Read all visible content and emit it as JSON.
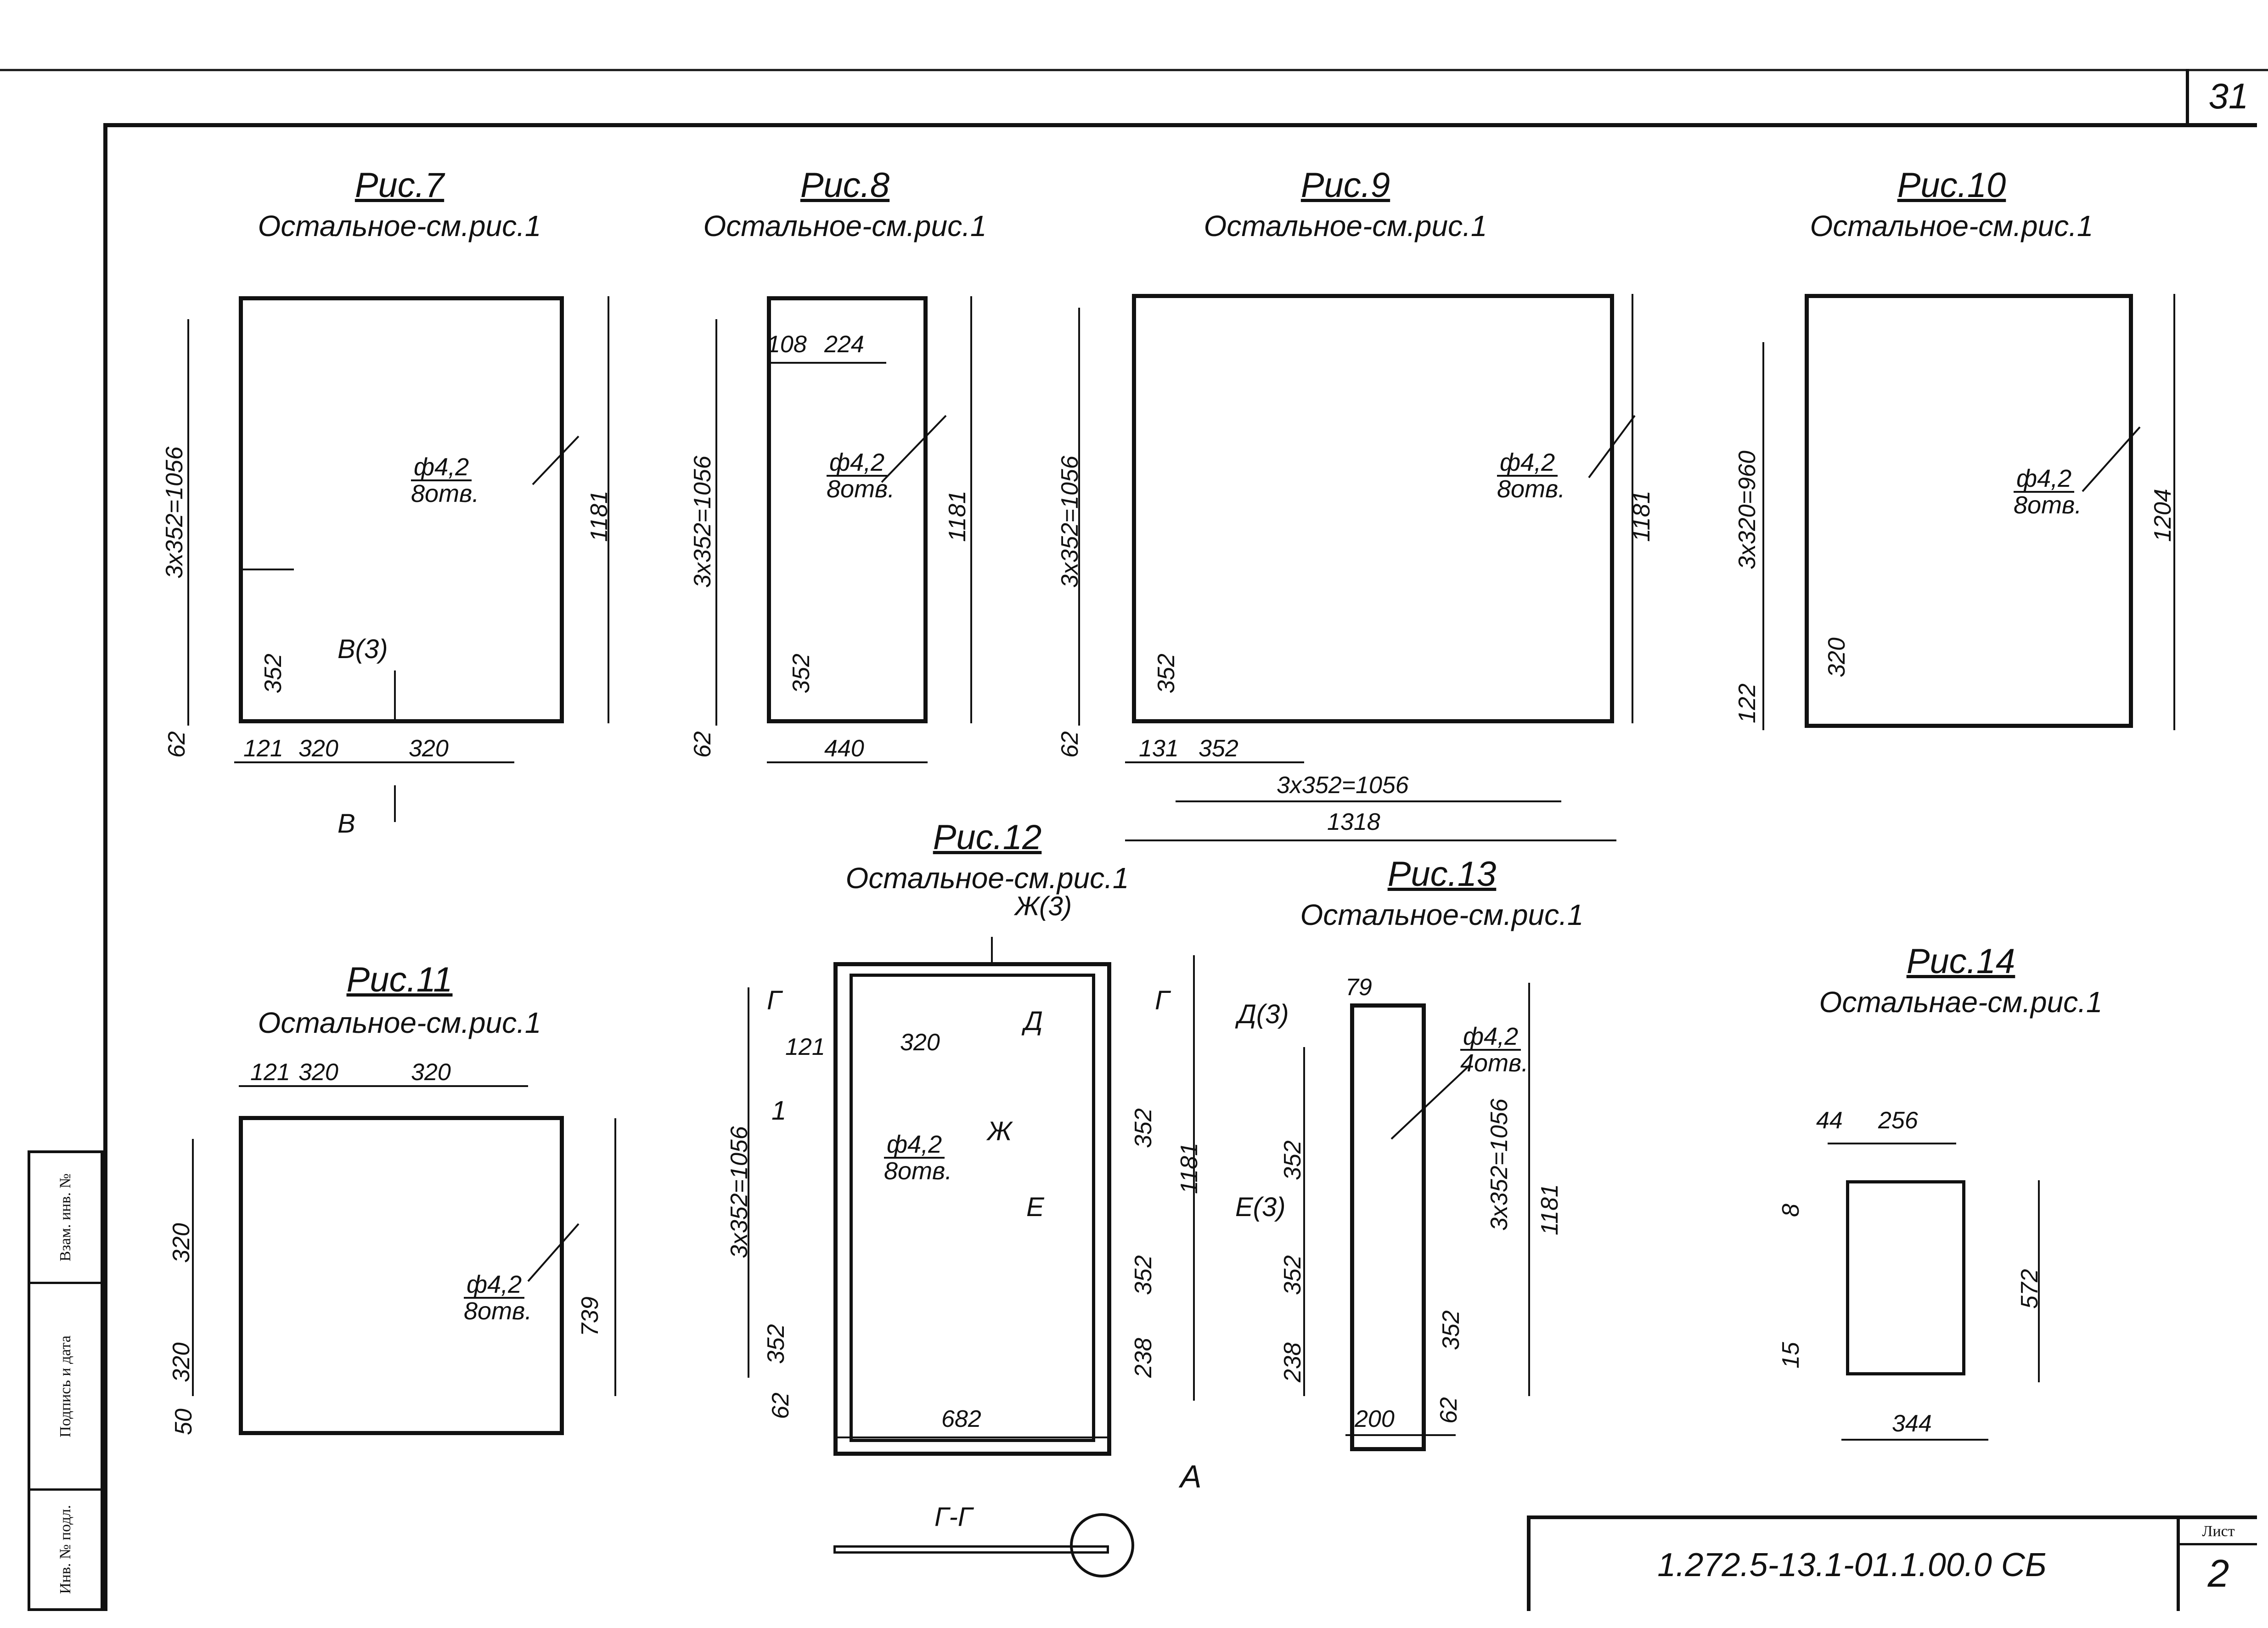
{
  "page_number": "31",
  "figures": {
    "fig7": {
      "title": "Рис.7",
      "note": "Остальное-см.рис.1",
      "hole": "ф4,2",
      "holes": "8отв.",
      "dims": {
        "height_total": "3х352=1056",
        "height": "1181",
        "d352": "352",
        "d62": "62",
        "d121": "121",
        "d320a": "320",
        "d320b": "320"
      },
      "section_top": "В(3)",
      "section_bottom": "В"
    },
    "fig8": {
      "title": "Рис.8",
      "note": "Остальное-см.рис.1",
      "hole": "ф4,2",
      "holes": "8отв.",
      "dims": {
        "d108": "108",
        "d224": "224",
        "height_total": "3х352=1056",
        "height": "1181",
        "d352": "352",
        "d62": "62",
        "width": "440"
      }
    },
    "fig9": {
      "title": "Рис.9",
      "note": "Остальное-см.рис.1",
      "hole": "ф4,2",
      "holes": "8отв.",
      "dims": {
        "height_total": "3х352=1056",
        "height": "1181",
        "d352v": "352",
        "d62": "62",
        "d131": "131",
        "d352": "352",
        "run": "3х352=1056",
        "width": "1318"
      }
    },
    "fig10": {
      "title": "Рис.10",
      "note": "Остальное-см.рис.1",
      "hole": "ф4,2",
      "holes": "8отв.",
      "dims": {
        "height_total": "3х320=960",
        "height": "1204",
        "d320": "320",
        "d122": "122"
      }
    },
    "fig11": {
      "title": "Рис.11",
      "note": "Остальное-см.рис.1",
      "hole": "ф4,2",
      "holes": "8отв.",
      "dims": {
        "d121": "121",
        "d320a": "320",
        "d320b": "320",
        "v320a": "320",
        "v320b": "320",
        "height": "739",
        "d50": "50"
      }
    },
    "fig12": {
      "title": "Рис.12",
      "note": "Остальное-см.рис.1",
      "hole": "ф4,2",
      "holes": "8отв.",
      "callout": "1",
      "dims": {
        "d121": "121",
        "d320": "320",
        "height_total": "3х352=1056",
        "d352": "352",
        "d62": "62",
        "d352r1": "352",
        "d352r2": "352",
        "d238": "238",
        "height": "1181",
        "width": "682"
      },
      "sections": {
        "g_left": "Г",
        "g_right": "Г",
        "d": "Д",
        "d3": "Д(3)",
        "zh": "Ж(3)",
        "zh_mid": "Ж",
        "e": "Е",
        "e3": "Е(3)"
      },
      "section_view": "Г-Г",
      "detail": "А"
    },
    "fig13": {
      "title": "Рис.13",
      "note": "Остальное-см.рис.1",
      "hole": "ф4,2",
      "holes": "4отв.",
      "dims": {
        "d79": "79",
        "d352a": "352",
        "d352b": "352",
        "d238": "238",
        "height_total": "3х352=1056",
        "height": "1181",
        "d352c": "352",
        "d200": "200",
        "d62": "62"
      }
    },
    "fig14": {
      "title": "Рис.14",
      "note": "Остальнае-см.рис.1",
      "dims": {
        "d44": "44",
        "d256": "256",
        "d8": "8",
        "height": "572",
        "d15": "15",
        "width": "344"
      }
    }
  },
  "side_stamp": {
    "cell1": "Взам. инв. №",
    "cell2": "Подпись и дата",
    "cell3": "Инв. № подл."
  },
  "title_block": {
    "doc_code": "1.272.5-13.1-01.1.00.0 СБ",
    "sheet_label": "Лист",
    "sheet_number": "2"
  }
}
